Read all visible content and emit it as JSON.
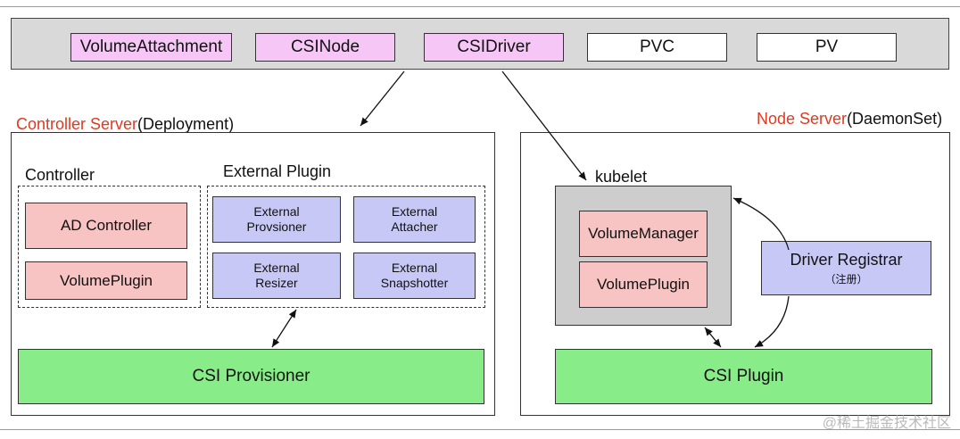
{
  "api_objects": [
    {
      "label": "VolumeAttachment",
      "style": "pink"
    },
    {
      "label": "CSINode",
      "style": "pink"
    },
    {
      "label": "CSIDriver",
      "style": "pink"
    },
    {
      "label": "PVC",
      "style": "white"
    },
    {
      "label": "PV",
      "style": "white"
    }
  ],
  "controller_server": {
    "title": "Controller Server",
    "kind": "(Deployment)",
    "controller_group": {
      "label": "Controller",
      "items": [
        "AD Controller",
        "VolumePlugin"
      ]
    },
    "external_plugin_group": {
      "label": "External Plugin",
      "items": [
        {
          "line1": "External",
          "line2": "Provsioner"
        },
        {
          "line1": "External",
          "line2": "Attacher"
        },
        {
          "line1": "External",
          "line2": "Resizer"
        },
        {
          "line1": "External",
          "line2": "Snapshotter"
        }
      ]
    },
    "provisioner": "CSI Provisioner"
  },
  "node_server": {
    "title": "Node Server",
    "kind": "(DaemonSet)",
    "kubelet": {
      "label": "kubelet",
      "items": [
        "VolumeManager",
        "VolumePlugin"
      ]
    },
    "registrar": {
      "label": "Driver Registrar",
      "sub": "（注册）"
    },
    "plugin": "CSI Plugin"
  },
  "watermark": "@稀土掘金技术社区",
  "colors": {
    "accent_red": "#e0391f",
    "pink": "#f6c6f6",
    "red_box": "#f7c3c3",
    "blue_box": "#c8c8f6",
    "green_box": "#88ec88",
    "gray_box": "#cdcdcd"
  }
}
